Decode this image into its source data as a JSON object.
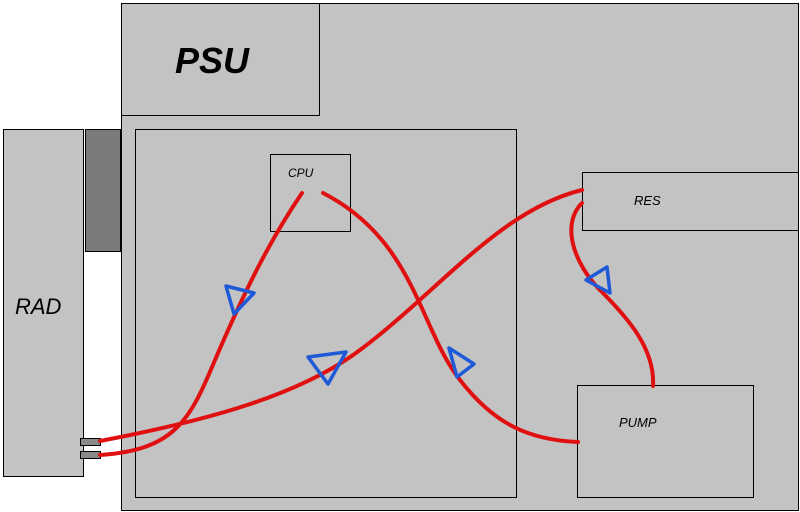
{
  "labels": {
    "psu": "PSU",
    "rad": "RAD",
    "cpu": "CPU",
    "res": "RES",
    "pump": "PUMP"
  },
  "colors": {
    "case_fill": "#c3c3c3",
    "fan_fill": "#7a7a7a",
    "tube": "#e01010",
    "flow_arrow": "#1e5ad8",
    "outline": "#000000"
  },
  "icons": {
    "flow_arrow": "triangle-outline"
  }
}
